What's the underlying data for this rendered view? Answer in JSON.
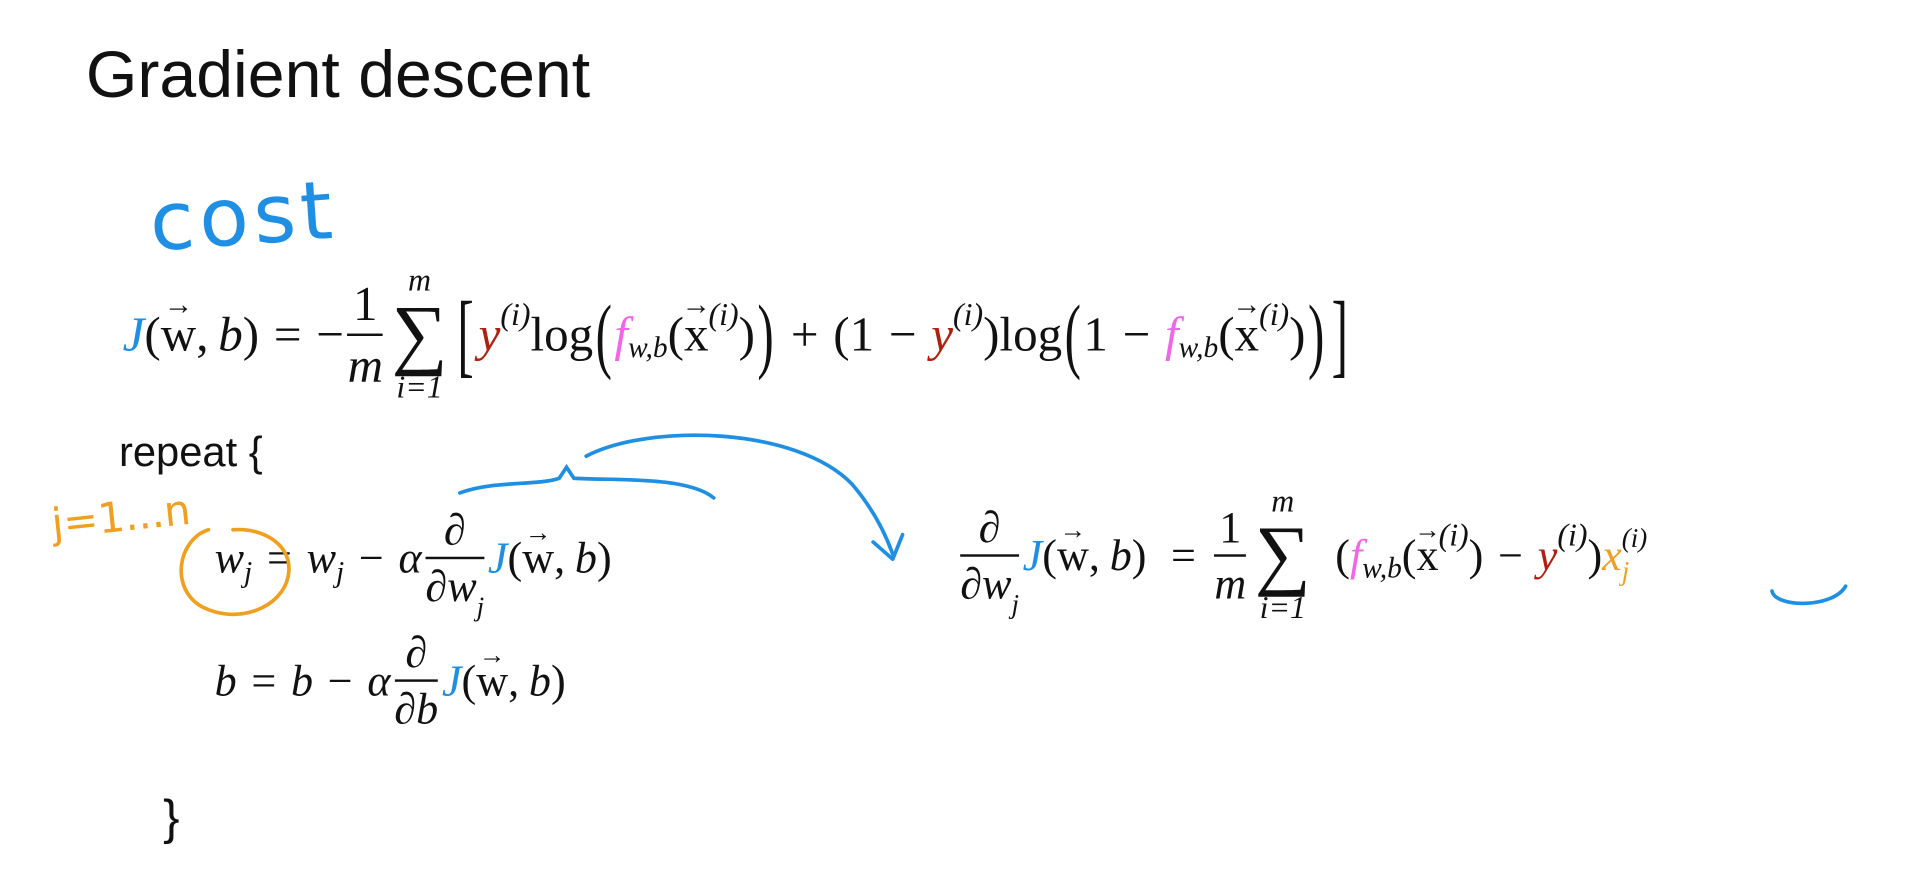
{
  "slide": {
    "title": "Gradient descent",
    "annotations": {
      "cost": "cost",
      "j_range": "j=1...n"
    },
    "colors": {
      "J": "#1f8fe3",
      "y": "#b0200f",
      "f": "#f265e8",
      "x_j": "#f0a020",
      "ink_blue": "#1f8fe3",
      "ink_orange": "#f0a020"
    },
    "cost_formula": {
      "J": "J",
      "lp": "(",
      "w": "w",
      "comma": ",",
      "b": "b",
      "rp": ")",
      "eq": "=",
      "minus": "−",
      "num": "1",
      "den": "m",
      "sum": "∑",
      "sum_top": "m",
      "sum_bottom": "i=1",
      "lbr": "[",
      "rbr": "]",
      "y": "y",
      "sup_i": "(i)",
      "log": "log",
      "f": "f",
      "f_sub": "w,b",
      "x": "x",
      "plus": "+",
      "one": "1"
    },
    "repeat": {
      "label": "repeat {",
      "close": "}"
    },
    "w_update": {
      "w": "w",
      "j": "j",
      "eq": "=",
      "minus": "−",
      "alpha": "α",
      "d": "∂",
      "dw": "∂w",
      "J": "J",
      "args": "(",
      "vw": "w",
      "comma": ",",
      "b": "b",
      "rp": ")"
    },
    "b_update": {
      "b": "b",
      "eq": "=",
      "minus": "−",
      "alpha": "α",
      "d": "∂",
      "db": "∂b",
      "J": "J"
    },
    "derivative": {
      "d": "∂",
      "dw": "∂w",
      "j": "j",
      "J": "J",
      "eq": "=",
      "num": "1",
      "den": "m",
      "sum": "∑",
      "sum_top": "m",
      "sum_bottom": "i=1",
      "lp": "(",
      "f": "f",
      "f_sub": "w,b",
      "x": "x",
      "sup_i": "(i)",
      "rp": ")",
      "minus": "−",
      "y": "y",
      "xj": "x"
    }
  }
}
